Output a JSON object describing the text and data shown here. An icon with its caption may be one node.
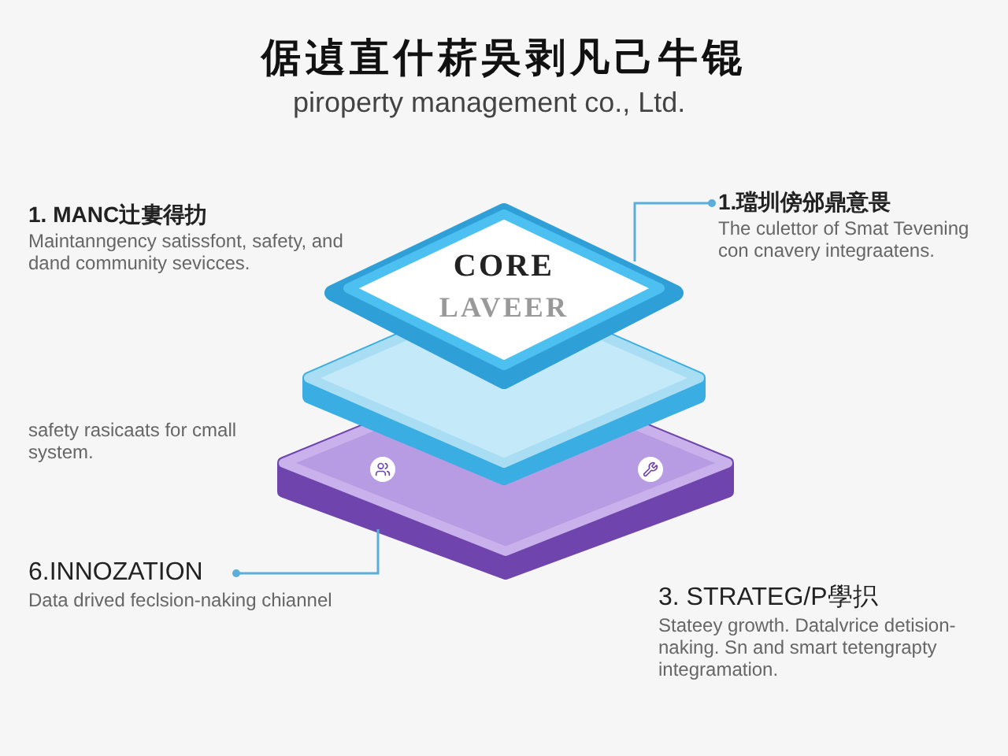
{
  "diagram": {
    "title": "倨遉直什菥吳剥凡己牛锟",
    "caption": "piroperty management co., Ltd.",
    "nodes": [
      {
        "text": [
          "CORE",
          "LAVEER"
        ]
      },
      {
        "text": [],
        "shape": "diamond"
      },
      {
        "text": [],
        "shape": "diamond"
      },
      {
        "text": [
          "1. MANC辻婁得扐",
          "Maintanngency satissfont, safety, and dand community sevicces."
        ]
      },
      {
        "text": [
          "1.璫圳傍邠鼎意畏",
          "The culettor of Smat Tevening con cnavery integraatens."
        ]
      },
      {
        "text": [
          "safety rasicaats for cmall system."
        ]
      },
      {
        "text": [
          "6.INNOZATION",
          "Data drived feclsion-naking chiannel"
        ]
      },
      {
        "text": [
          "3. STRATEG/P學抧",
          "Stateey growth. Datalvrice detision-naking. Sn and smart tetengrapty integramation."
        ]
      }
    ],
    "edges": [
      {
        "from": 4,
        "to": 0,
        "arrow": "other"
      },
      {
        "from": 6,
        "to": 2,
        "arrow": "other"
      }
    ]
  }
}
